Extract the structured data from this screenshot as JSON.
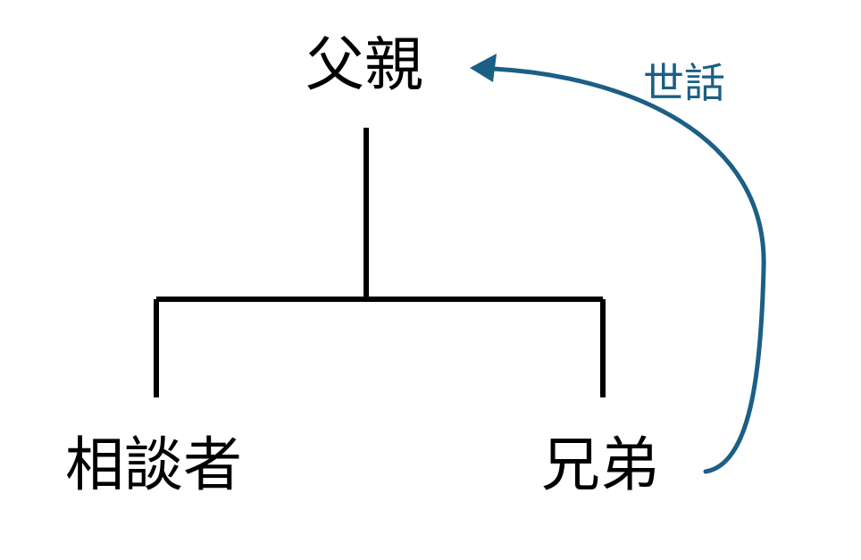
{
  "nodes": {
    "father": {
      "label": "父親"
    },
    "client": {
      "label": "相談者"
    },
    "sibling": {
      "label": "兄弟"
    }
  },
  "relations": {
    "care": {
      "label": "世話",
      "color": "#1b5f85"
    }
  },
  "colors": {
    "tree_lines": "#000000",
    "care_arrow": "#1b5f85"
  }
}
